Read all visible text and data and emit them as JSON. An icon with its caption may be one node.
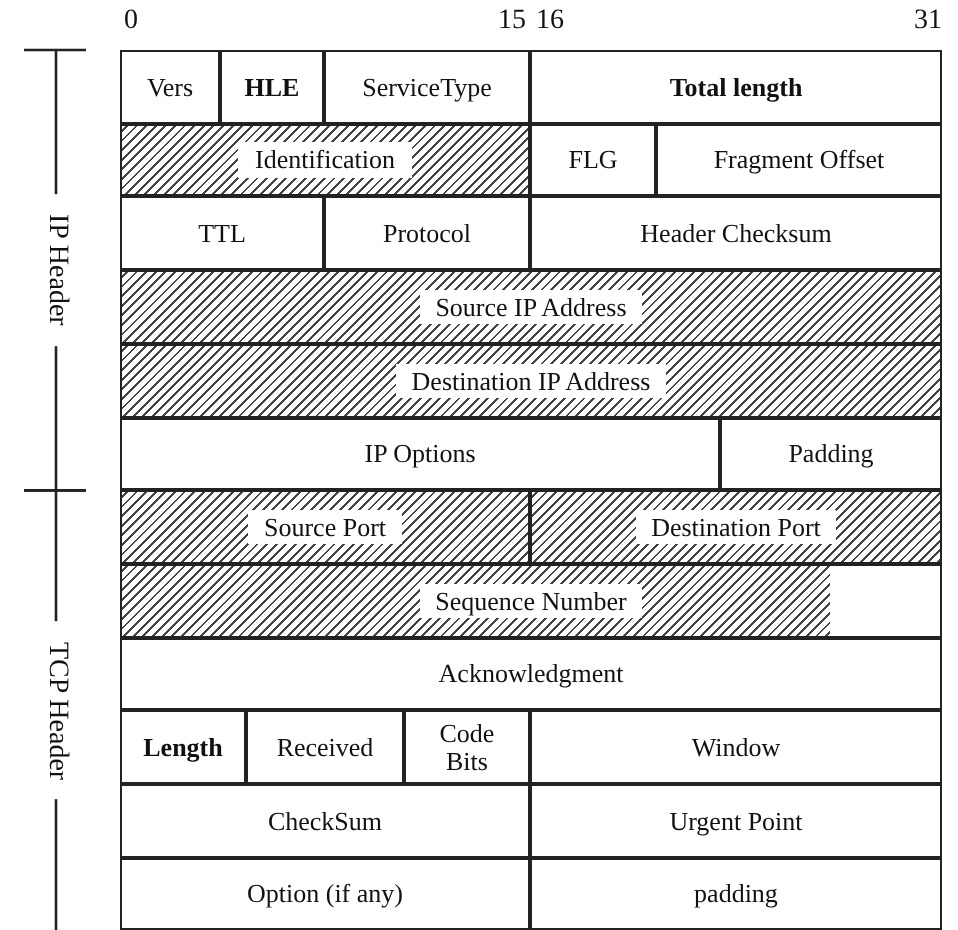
{
  "diagram": {
    "nodes": [
      {
        "text": [
          "Vers"
        ]
      },
      {
        "text": [
          "**HLE**"
        ]
      },
      {
        "text": [
          "ServiceType"
        ]
      },
      {
        "text": [
          "**Total length**"
        ]
      },
      {
        "text": [
          "Identification"
        ]
      },
      {
        "text": [
          "FLG"
        ]
      },
      {
        "text": [
          "Fragment Offset"
        ]
      },
      {
        "text": [
          "TTL"
        ]
      },
      {
        "text": [
          "Protocol"
        ]
      },
      {
        "text": [
          "Header Checksum"
        ]
      },
      {
        "text": [
          "Source IP Address"
        ]
      },
      {
        "text": [
          "Destination IP Address"
        ]
      },
      {
        "text": [
          "IP Options"
        ]
      },
      {
        "text": [
          "Padding"
        ]
      },
      {
        "text": [
          "Source Port"
        ]
      },
      {
        "text": [
          "Destination Port"
        ]
      },
      {
        "text": [
          "Sequence Number"
        ]
      },
      {
        "text": [
          "Acknowledgment"
        ]
      },
      {
        "text": [
          "**Length**"
        ]
      },
      {
        "text": [
          "Received"
        ]
      },
      {
        "text": [
          "Code Bits"
        ]
      },
      {
        "text": [
          "Window"
        ]
      },
      {
        "text": [
          "CheckSum"
        ]
      },
      {
        "text": [
          "Urgent Point"
        ]
      },
      {
        "text": [
          "Option (if any)"
        ]
      },
      {
        "text": [
          "padding"
        ]
      }
    ],
    "labels": [
      "0",
      "15",
      "16",
      "31",
      "IP Header",
      "TCP Header"
    ]
  }
}
